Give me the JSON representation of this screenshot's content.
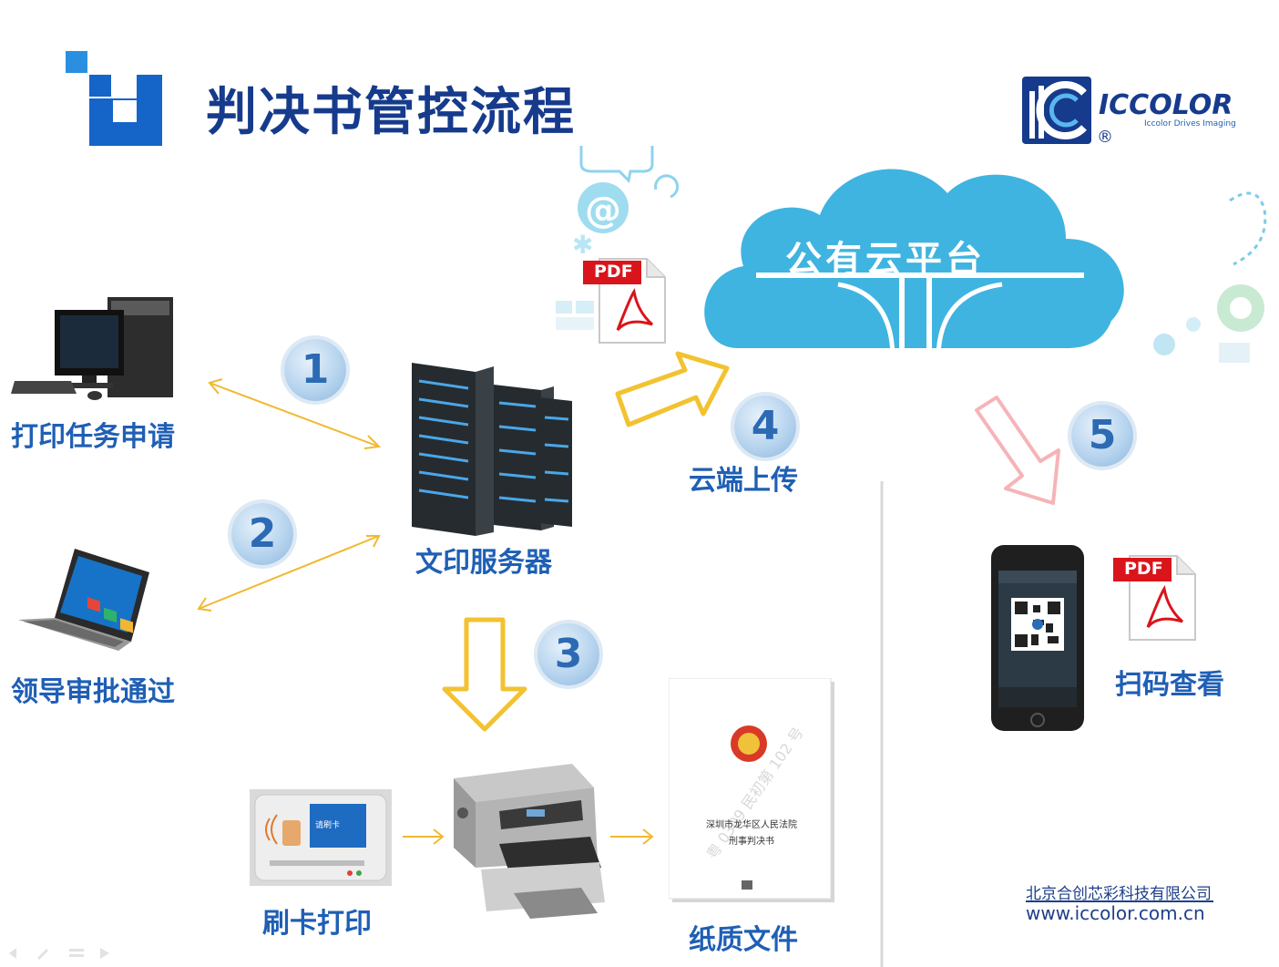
{
  "header": {
    "title": "判决书管控流程",
    "brand_name": "ICCOLOR",
    "brand_tagline": "Iccolor Drives Imaging",
    "registered_mark": "®"
  },
  "cloud": {
    "label": "公有云平台"
  },
  "steps": [
    {
      "number": "1"
    },
    {
      "number": "2"
    },
    {
      "number": "3"
    },
    {
      "number": "4"
    },
    {
      "number": "5"
    }
  ],
  "labels": {
    "print_request": "打印任务申请",
    "approval": "领导审批通过",
    "server": "文印服务器",
    "cloud_upload": "云端上传",
    "card_print": "刷卡打印",
    "paper_doc": "纸质文件",
    "scan_view": "扫码查看"
  },
  "pdf_badge": "PDF",
  "card_reader": {
    "screen_text": "请刷卡"
  },
  "document": {
    "court": "深圳市龙华区人民法院",
    "doc_type": "刑事判决书",
    "watermark": "粤 0309 民初第 102 号"
  },
  "footer": {
    "company": "北京合创芯彩科技有限公司",
    "website": "www.iccolor.com.cn"
  },
  "colors": {
    "title": "#163b8c",
    "label": "#1f5fb5",
    "cloud": "#3fb4e0",
    "arrow_yellow": "#f2c230",
    "arrow_pink": "#f6b4b8"
  }
}
